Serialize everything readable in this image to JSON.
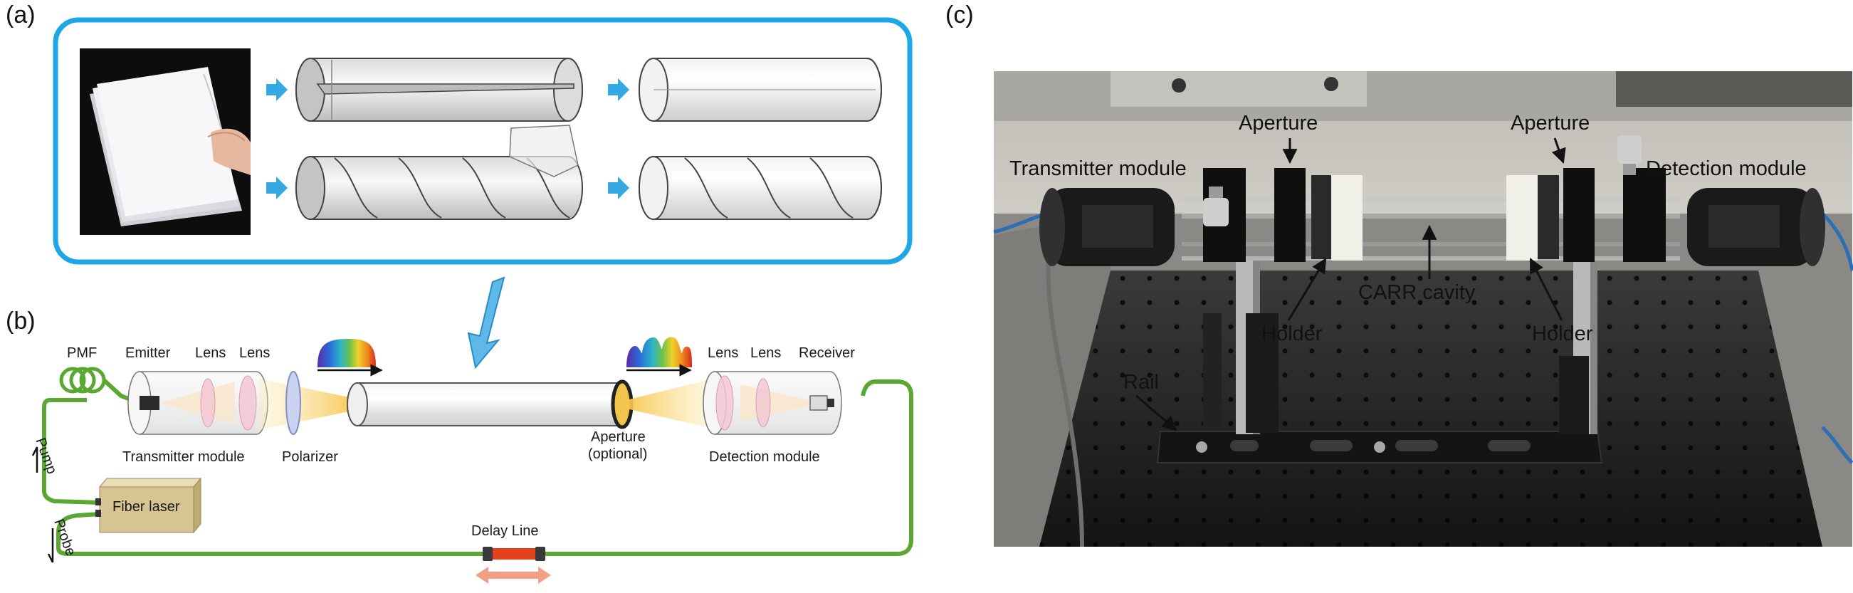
{
  "panels": {
    "a": {
      "label": "(a)"
    },
    "b": {
      "label": "(b)"
    },
    "c": {
      "label": "(c)"
    }
  },
  "setup": {
    "pmf": "PMF",
    "emitter": "Emitter",
    "lens1": "Lens",
    "lens2": "Lens",
    "lens3": "Lens",
    "lens4": "Lens",
    "receiver": "Receiver",
    "transmitter_module": "Transmitter module",
    "polarizer": "Polarizer",
    "aperture": "Aperture",
    "aperture_optional": "(optional)",
    "detection_module": "Detection module",
    "pump": "Pump",
    "probe": "Probe",
    "fiber_laser": "Fiber laser",
    "delay_line": "Delay Line"
  },
  "photo": {
    "aperture_left": "Aperture",
    "aperture_right": "Aperture",
    "transmitter_module": "Transmitter module",
    "detection_module": "Detection module",
    "carr_cavity": "CARR cavity",
    "holder_left": "Holder",
    "holder_right": "Holder",
    "rail": "Rail"
  },
  "colors": {
    "frame_blue": "#1ea7e6",
    "fiber_green": "#5aa832",
    "arrow_blue": "#34a8e0",
    "delay_red": "#e4421e",
    "delay_arrow": "#f2a083",
    "laser_box": "#d8c493"
  }
}
